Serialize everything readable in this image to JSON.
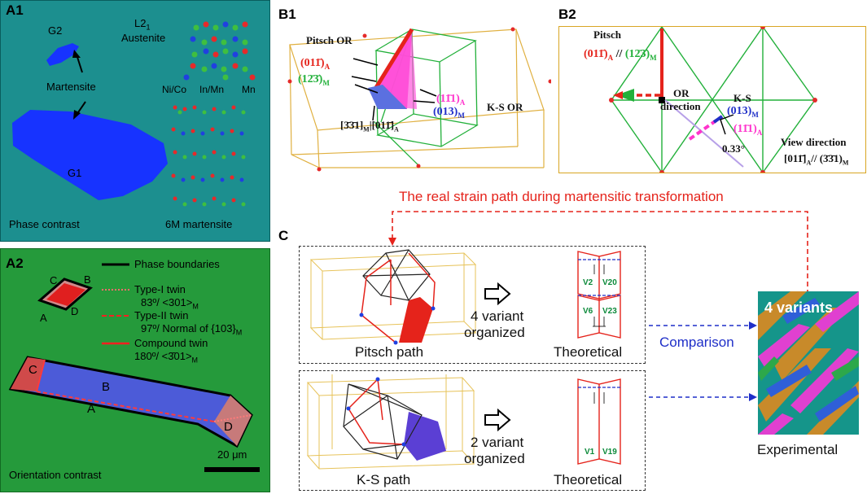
{
  "panels": {
    "a1": "A1",
    "a2": "A2",
    "b1": "B1",
    "b2": "B2",
    "c": "C"
  },
  "a1": {
    "g2": "G2",
    "martensite": "Martensite",
    "g1": "G1",
    "phase_contrast": "Phase contrast",
    "l21": "L2",
    "l21_sub": "1",
    "austenite": "Austenite",
    "ni_co": "Ni/Co",
    "in_mn": "In/Mn",
    "mn": "Mn",
    "six_m": "6M martensite"
  },
  "a2": {
    "legend": {
      "phase_boundaries": "Phase boundaries",
      "type1": "Type-I twin",
      "type1_desc": "83º/ <301>",
      "type1_sub": "M",
      "type2": "Type-II twin",
      "type2_desc": "97º/ Normal of {103}",
      "type2_sub": "M",
      "compound": "Compound twin",
      "compound_desc": "180º/ <3̄01>",
      "compound_sub": "M"
    },
    "small_labels": {
      "a": "A",
      "b": "B",
      "c": "C",
      "d": "D"
    },
    "big_labels": {
      "a": "A",
      "b": "B",
      "c": "C",
      "d": "D"
    },
    "scale": "20 μm",
    "orientation_contrast": "Orientation contrast"
  },
  "b1": {
    "pitsch_or": "Pitsch OR",
    "plane_a": "(011̄)",
    "plane_a_sub": "A",
    "plane_m": "(12̄3̄)",
    "plane_m_sub": "M",
    "ks_plane_a": "(11̄1)",
    "ks_plane_a_sub": "A",
    "ks_plane_m": "(013)",
    "ks_plane_m_sub": "M",
    "ks_or": "K-S OR",
    "dir": "[3̄3̄1]",
    "dir_sub1": "M",
    "dir2": "|[011̄]",
    "dir_sub2": "A"
  },
  "b2": {
    "pitsch": "Pitsch",
    "plane_a": "(011̄)",
    "plane_a_sub": "A",
    "slash": "//",
    "plane_m": "(12̄3̄)",
    "plane_m_sub": "M",
    "or_direction1": "OR",
    "or_direction2": "direction",
    "ks": "K-S",
    "ks_m": "(013)",
    "ks_m_sub": "M",
    "ks_a": "(11̄1)",
    "ks_a_sub": "A",
    "angle": "0.33°",
    "view_direction": "View direction",
    "view_eq": "[011̄]",
    "view_eq_sub": "A",
    "view_eq2": "// (3̄3̄1)",
    "view_eq2_sub": "M"
  },
  "c": {
    "real_strain": "The real strain path during martensitic transformation",
    "pitsch_path": "Pitsch path",
    "ks_path": "K-S path",
    "four_variant1": "4 variant",
    "four_variant2": "organized",
    "two_variant1": "2 variant",
    "two_variant2": "organized",
    "theoretical1": "Theoretical",
    "theoretical2": "Theoretical",
    "comparison": "Comparison",
    "four_variants": "4 variants",
    "experimental": "Experimental",
    "v2": "V2",
    "v20": "V20",
    "v6": "V6",
    "v23": "V23",
    "v1": "V1",
    "v19": "V19"
  },
  "colors": {
    "a1_bg": "#1c8f8f",
    "a2_bg": "#259a3b",
    "martensite_blue": "#1733ff",
    "frame_orange": "#e0b040",
    "cube_green": "#22b03a",
    "red": "#e5231b",
    "magenta": "#ff33cc"
  }
}
